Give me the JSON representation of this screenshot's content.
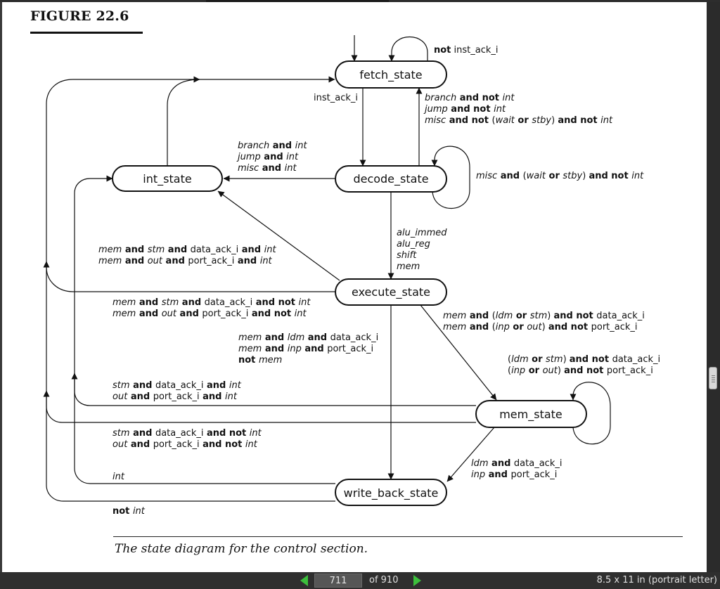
{
  "figure": {
    "label": "FIGURE 22.6",
    "caption": "The state diagram for the control section."
  },
  "states": {
    "fetch": "fetch_state",
    "int": "int_state",
    "decode": "decode_state",
    "execute": "execute_state",
    "mem": "mem_state",
    "write_back": "write_back_state"
  },
  "transitions": {
    "fetch_self": [
      [
        {
          "t": "not",
          "s": "b"
        },
        {
          "t": " inst_ack_i",
          "s": ""
        }
      ]
    ],
    "fetch_to_decode": [
      [
        {
          "t": "inst_ack_i",
          "s": ""
        }
      ]
    ],
    "decode_to_fetch": [
      [
        {
          "t": "branch",
          "s": "i"
        },
        {
          "t": " and not ",
          "s": "b"
        },
        {
          "t": "int",
          "s": "i"
        }
      ],
      [
        {
          "t": "jump",
          "s": "i"
        },
        {
          "t": " and not ",
          "s": "b"
        },
        {
          "t": "int",
          "s": "i"
        }
      ],
      [
        {
          "t": "misc",
          "s": "i"
        },
        {
          "t": " and not ",
          "s": "b"
        },
        {
          "t": "(",
          "s": ""
        },
        {
          "t": "wait",
          "s": "i"
        },
        {
          "t": " or ",
          "s": "b"
        },
        {
          "t": "stby",
          "s": "i"
        },
        {
          "t": ") ",
          "s": ""
        },
        {
          "t": "and not ",
          "s": "b"
        },
        {
          "t": "int",
          "s": "i"
        }
      ]
    ],
    "decode_to_int": [
      [
        {
          "t": "branch",
          "s": "i"
        },
        {
          "t": " and ",
          "s": "b"
        },
        {
          "t": "int",
          "s": "i"
        }
      ],
      [
        {
          "t": "jump",
          "s": "i"
        },
        {
          "t": " and ",
          "s": "b"
        },
        {
          "t": "int",
          "s": "i"
        }
      ],
      [
        {
          "t": "misc",
          "s": "i"
        },
        {
          "t": " and ",
          "s": "b"
        },
        {
          "t": "int",
          "s": "i"
        }
      ]
    ],
    "decode_self": [
      [
        {
          "t": "misc",
          "s": "i"
        },
        {
          "t": " and ",
          "s": "b"
        },
        {
          "t": "(",
          "s": ""
        },
        {
          "t": "wait",
          "s": "i"
        },
        {
          "t": " or ",
          "s": "b"
        },
        {
          "t": "stby",
          "s": "i"
        },
        {
          "t": ") ",
          "s": ""
        },
        {
          "t": "and not ",
          "s": "b"
        },
        {
          "t": "int",
          "s": "i"
        }
      ]
    ],
    "decode_to_execute": [
      [
        {
          "t": "alu_immed",
          "s": "i"
        }
      ],
      [
        {
          "t": "alu_reg",
          "s": "i"
        }
      ],
      [
        {
          "t": "shift",
          "s": "i"
        }
      ],
      [
        {
          "t": "mem",
          "s": "i"
        }
      ]
    ],
    "execute_to_int": [
      [
        {
          "t": "mem",
          "s": "i"
        },
        {
          "t": " and ",
          "s": "b"
        },
        {
          "t": "stm",
          "s": "i"
        },
        {
          "t": " and ",
          "s": "b"
        },
        {
          "t": "data_ack_i",
          "s": ""
        },
        {
          "t": " and ",
          "s": "b"
        },
        {
          "t": "int",
          "s": "i"
        }
      ],
      [
        {
          "t": "mem",
          "s": "i"
        },
        {
          "t": " and ",
          "s": "b"
        },
        {
          "t": "out",
          "s": "i"
        },
        {
          "t": " and ",
          "s": "b"
        },
        {
          "t": "port_ack_i",
          "s": ""
        },
        {
          "t": " and ",
          "s": "b"
        },
        {
          "t": "int",
          "s": "i"
        }
      ]
    ],
    "execute_to_fetch": [
      [
        {
          "t": "mem",
          "s": "i"
        },
        {
          "t": " and ",
          "s": "b"
        },
        {
          "t": "stm",
          "s": "i"
        },
        {
          "t": " and ",
          "s": "b"
        },
        {
          "t": "data_ack_i",
          "s": ""
        },
        {
          "t": " and not ",
          "s": "b"
        },
        {
          "t": "int",
          "s": "i"
        }
      ],
      [
        {
          "t": "mem",
          "s": "i"
        },
        {
          "t": " and ",
          "s": "b"
        },
        {
          "t": "out",
          "s": "i"
        },
        {
          "t": " and ",
          "s": "b"
        },
        {
          "t": "port_ack_i",
          "s": ""
        },
        {
          "t": " and not ",
          "s": "b"
        },
        {
          "t": "int",
          "s": "i"
        }
      ]
    ],
    "execute_to_mem": [
      [
        {
          "t": "mem",
          "s": "i"
        },
        {
          "t": " and ",
          "s": "b"
        },
        {
          "t": "(",
          "s": ""
        },
        {
          "t": "ldm",
          "s": "i"
        },
        {
          "t": " or ",
          "s": "b"
        },
        {
          "t": "stm",
          "s": "i"
        },
        {
          "t": ") ",
          "s": ""
        },
        {
          "t": "and not ",
          "s": "b"
        },
        {
          "t": "data_ack_i",
          "s": ""
        }
      ],
      [
        {
          "t": "mem",
          "s": "i"
        },
        {
          "t": " and ",
          "s": "b"
        },
        {
          "t": "(",
          "s": ""
        },
        {
          "t": "inp",
          "s": "i"
        },
        {
          "t": " or ",
          "s": "b"
        },
        {
          "t": "out",
          "s": "i"
        },
        {
          "t": ") ",
          "s": ""
        },
        {
          "t": "and not ",
          "s": "b"
        },
        {
          "t": "port_ack_i",
          "s": ""
        }
      ]
    ],
    "execute_to_write_back": [
      [
        {
          "t": "mem",
          "s": "i"
        },
        {
          "t": " and ",
          "s": "b"
        },
        {
          "t": "ldm",
          "s": "i"
        },
        {
          "t": " and ",
          "s": "b"
        },
        {
          "t": "data_ack_i",
          "s": ""
        }
      ],
      [
        {
          "t": "mem",
          "s": "i"
        },
        {
          "t": " and ",
          "s": "b"
        },
        {
          "t": "inp",
          "s": "i"
        },
        {
          "t": " and ",
          "s": "b"
        },
        {
          "t": "port_ack_i",
          "s": ""
        }
      ],
      [
        {
          "t": "not ",
          "s": "b"
        },
        {
          "t": "mem",
          "s": "i"
        }
      ]
    ],
    "mem_self": [
      [
        {
          "t": "(",
          "s": ""
        },
        {
          "t": "ldm",
          "s": "i"
        },
        {
          "t": " or ",
          "s": "b"
        },
        {
          "t": "stm",
          "s": "i"
        },
        {
          "t": ") ",
          "s": ""
        },
        {
          "t": "and not ",
          "s": "b"
        },
        {
          "t": "data_ack_i",
          "s": ""
        }
      ],
      [
        {
          "t": "(",
          "s": ""
        },
        {
          "t": "inp",
          "s": "i"
        },
        {
          "t": " or ",
          "s": "b"
        },
        {
          "t": "out",
          "s": "i"
        },
        {
          "t": ") ",
          "s": ""
        },
        {
          "t": "and not ",
          "s": "b"
        },
        {
          "t": "port_ack_i",
          "s": ""
        }
      ]
    ],
    "mem_to_int": [
      [
        {
          "t": "stm",
          "s": "i"
        },
        {
          "t": " and ",
          "s": "b"
        },
        {
          "t": "data_ack_i",
          "s": ""
        },
        {
          "t": " and ",
          "s": "b"
        },
        {
          "t": "int",
          "s": "i"
        }
      ],
      [
        {
          "t": "out",
          "s": "i"
        },
        {
          "t": " and ",
          "s": "b"
        },
        {
          "t": "port_ack_i",
          "s": ""
        },
        {
          "t": " and ",
          "s": "b"
        },
        {
          "t": "int",
          "s": "i"
        }
      ]
    ],
    "mem_to_fetch": [
      [
        {
          "t": "stm",
          "s": "i"
        },
        {
          "t": " and ",
          "s": "b"
        },
        {
          "t": "data_ack_i",
          "s": ""
        },
        {
          "t": " and not ",
          "s": "b"
        },
        {
          "t": "int",
          "s": "i"
        }
      ],
      [
        {
          "t": "out",
          "s": "i"
        },
        {
          "t": " and ",
          "s": "b"
        },
        {
          "t": "port_ack_i",
          "s": ""
        },
        {
          "t": " and not ",
          "s": "b"
        },
        {
          "t": "int",
          "s": "i"
        }
      ]
    ],
    "mem_to_write_back": [
      [
        {
          "t": "ldm",
          "s": "i"
        },
        {
          "t": " and ",
          "s": "b"
        },
        {
          "t": "data_ack_i",
          "s": ""
        }
      ],
      [
        {
          "t": "inp",
          "s": "i"
        },
        {
          "t": " and ",
          "s": "b"
        },
        {
          "t": "port_ack_i",
          "s": ""
        }
      ]
    ],
    "write_back_to_int": [
      [
        {
          "t": "int",
          "s": "i"
        }
      ]
    ],
    "write_back_to_fetch": [
      [
        {
          "t": "not ",
          "s": "b"
        },
        {
          "t": "int",
          "s": "i"
        }
      ]
    ]
  },
  "viewer": {
    "current_page": "711",
    "of_label": "of  910",
    "page_size": "8.5 x 11 in (portrait letter)"
  }
}
